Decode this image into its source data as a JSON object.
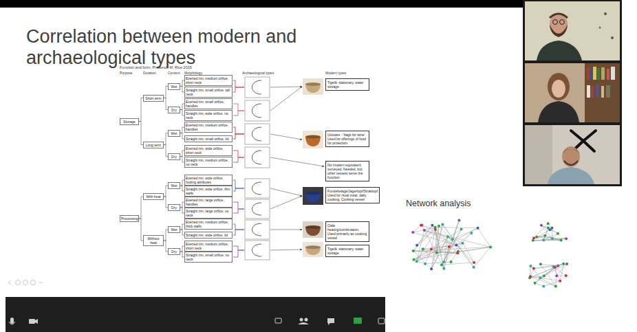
{
  "diagram": {
    "title": "Correlation between modern and archaeological types",
    "nodes": [
      {
        "text": [
          "Storage"
        ]
      },
      {
        "text": [
          "Short term"
        ]
      },
      {
        "text": [
          "Long term"
        ]
      },
      {
        "text": [
          "Wet"
        ]
      },
      {
        "text": [
          "Dry"
        ]
      },
      {
        "text": [
          "Wet"
        ]
      },
      {
        "text": [
          "Dry"
        ]
      },
      {
        "text": [
          "Everted rim, medium orifice, short neck"
        ]
      },
      {
        "text": [
          "Straight rim, small orifice, tall neck"
        ]
      },
      {
        "text": [
          "Everted rim, small orifice, handles"
        ]
      },
      {
        "text": [
          "Straight rim, wide orifice, no neck"
        ]
      },
      {
        "text": [
          "Everted rim, medium orifice, handles"
        ]
      },
      {
        "text": [
          "Straight rim, small orifice, lid"
        ]
      },
      {
        "text": [
          "Everted rim, wide orifice, short neck"
        ]
      },
      {
        "text": [
          "Straight rim, medium orifice, no neck"
        ]
      },
      {
        "text": [
          "Processing"
        ]
      },
      {
        "text": [
          "With heat"
        ]
      },
      {
        "text": [
          "Without heat"
        ]
      },
      {
        "text": [
          "Wet"
        ]
      },
      {
        "text": [
          "Dry"
        ]
      },
      {
        "text": [
          "Wet"
        ]
      },
      {
        "text": [
          "Dry"
        ]
      },
      {
        "text": [
          "Everted rim, wide orifice, footing attributes"
        ]
      },
      {
        "text": [
          "Straight rim, wide orifice, thin walls"
        ]
      },
      {
        "text": [
          "Everted rim, large orifice, handles"
        ]
      },
      {
        "text": [
          "Straight rim, large orifice, no neck"
        ]
      },
      {
        "text": [
          "Everted rim, medium orifice, thick walls"
        ]
      },
      {
        "text": [
          "Straight rim, wide orifice, lid"
        ]
      },
      {
        "text": [
          "Everted rim, medium orifice, short neck"
        ]
      },
      {
        "text": [
          "Straight rim, small orifice, no neck"
        ]
      },
      {
        "text": [
          "Tigelă: stationary, water storage"
        ]
      },
      {
        "text": [
          "Ulcioare - 'bags for wine'. Used for offerings of food for protection"
        ]
      },
      {
        "text": [
          "No modern equivalent surveyed. Needed, but other vessels serve the function"
        ]
      },
      {
        "text": [
          "Fundebelage/Jagertopf/Stratitopf. Used for ritual meal, daily cooking. Cooking vessel"
        ]
      },
      {
        "text": [
          "Oala: heating/combination. Used primarily as cooking vessel"
        ]
      },
      {
        "text": [
          "Tigelă: stationary, water storage"
        ]
      }
    ],
    "edges": [
      {
        "from": 0,
        "to": 1,
        "arrow": "none"
      },
      {
        "from": 0,
        "to": 2,
        "arrow": "none"
      },
      {
        "from": 1,
        "to": 3,
        "arrow": "none"
      },
      {
        "from": 1,
        "to": 4,
        "arrow": "none"
      },
      {
        "from": 2,
        "to": 5,
        "arrow": "none"
      },
      {
        "from": 2,
        "to": 6,
        "arrow": "none"
      },
      {
        "from": 3,
        "to": 7,
        "arrow": "none"
      },
      {
        "from": 3,
        "to": 8,
        "arrow": "none"
      },
      {
        "from": 4,
        "to": 9,
        "arrow": "none"
      },
      {
        "from": 4,
        "to": 10,
        "arrow": "none"
      },
      {
        "from": 5,
        "to": 11,
        "arrow": "none"
      },
      {
        "from": 5,
        "to": 12,
        "arrow": "none"
      },
      {
        "from": 6,
        "to": 13,
        "arrow": "none"
      },
      {
        "from": 6,
        "to": 14,
        "arrow": "none"
      },
      {
        "from": 15,
        "to": 16,
        "arrow": "none"
      },
      {
        "from": 15,
        "to": 17,
        "arrow": "none"
      },
      {
        "from": 16,
        "to": 18,
        "arrow": "none"
      },
      {
        "from": 16,
        "to": 19,
        "arrow": "none"
      },
      {
        "from": 17,
        "to": 20,
        "arrow": "none"
      },
      {
        "from": 17,
        "to": 21,
        "arrow": "none"
      },
      {
        "from": 18,
        "to": 22,
        "arrow": "none"
      },
      {
        "from": 18,
        "to": 23,
        "arrow": "none"
      },
      {
        "from": 19,
        "to": 24,
        "arrow": "none"
      },
      {
        "from": 19,
        "to": 25,
        "arrow": "none"
      },
      {
        "from": 20,
        "to": 26,
        "arrow": "none"
      },
      {
        "from": 20,
        "to": 27,
        "arrow": "none"
      },
      {
        "from": 21,
        "to": 28,
        "arrow": "none"
      },
      {
        "from": 21,
        "to": 29,
        "arrow": "none"
      }
    ],
    "labels": [
      "Function and form, Prudence M. Rice 2015",
      "Purpose",
      "Duration",
      "Content",
      "Morphology",
      "Archaeological types",
      "Modern types",
      "Network analysis"
    ]
  }
}
